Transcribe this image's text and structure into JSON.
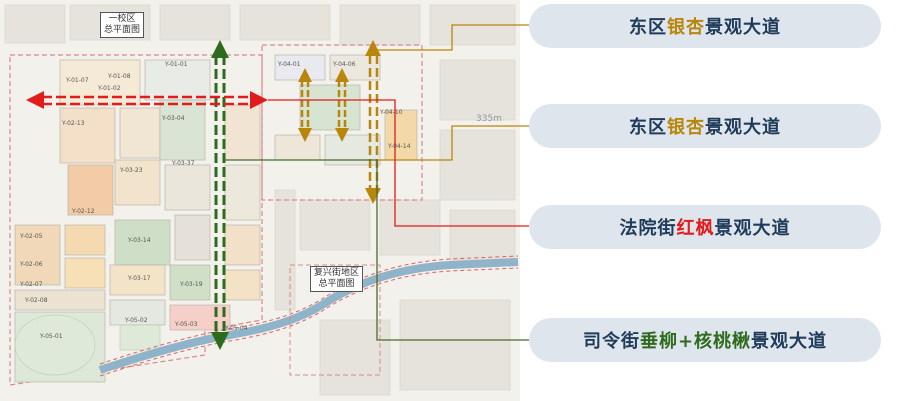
{
  "map_labels": {
    "campus1_line1": "一校区",
    "campus1_line2": "总平面图",
    "fuxing_line1": "复兴街地区",
    "fuxing_line2": "总平面图",
    "scale": "335m"
  },
  "parcels": [
    {
      "id": "Y-01-01"
    },
    {
      "id": "Y-01-02"
    },
    {
      "id": "Y-01-07"
    },
    {
      "id": "Y-01-08"
    },
    {
      "id": "Y-02-12"
    },
    {
      "id": "Y-02-13"
    },
    {
      "id": "Y-02-05"
    },
    {
      "id": "Y-02-06"
    },
    {
      "id": "Y-02-07"
    },
    {
      "id": "Y-02-08"
    },
    {
      "id": "Y-03-04"
    },
    {
      "id": "Y-03-14"
    },
    {
      "id": "Y-03-17"
    },
    {
      "id": "Y-03-19"
    },
    {
      "id": "Y-03-23"
    },
    {
      "id": "Y-03-37"
    },
    {
      "id": "Y-04-01"
    },
    {
      "id": "Y-04-06"
    },
    {
      "id": "Y-04-10"
    },
    {
      "id": "Y-04-14"
    },
    {
      "id": "Y-05-01"
    },
    {
      "id": "Y-05-02"
    },
    {
      "id": "Y-05-03"
    },
    {
      "id": "Y-05-04"
    }
  ],
  "legend": [
    {
      "prefix": "东区",
      "highlight": "银杏",
      "suffix": "景观大道",
      "highlight_color": "#b8860b",
      "line_color": "#b8860b"
    },
    {
      "prefix": "东区",
      "highlight": "银杏",
      "suffix": "景观大道",
      "highlight_color": "#b8860b",
      "line_color": "#b8860b"
    },
    {
      "prefix": "法院街",
      "highlight": "红枫",
      "suffix": "景观大道",
      "highlight_color": "#e01c1c",
      "line_color": "#e01c1c"
    },
    {
      "prefix": "司令街",
      "highlight": "垂柳+核桃楸",
      "suffix": "景观大道",
      "highlight_color": "#2e6b1e",
      "line_color": "#4a6b2a"
    }
  ],
  "colors": {
    "pill_bg": "#dfe5ec",
    "pill_text": "#1f3b5a",
    "ginkgo": "#b8860b",
    "maple": "#e01c1c",
    "willow": "#2e6b1e"
  }
}
